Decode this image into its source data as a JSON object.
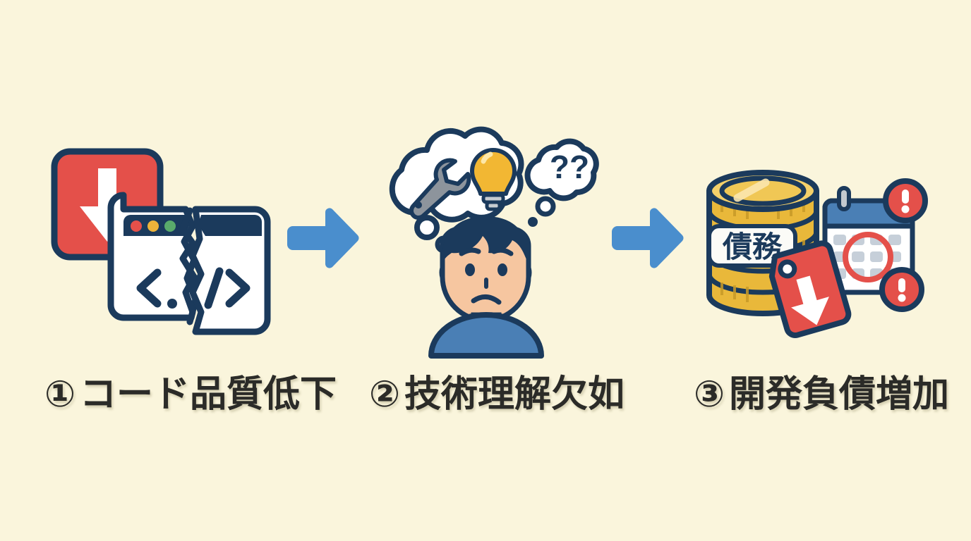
{
  "background_color": "#faf5dc",
  "palette": {
    "navy": "#1b3a5c",
    "navy_dark": "#17304b",
    "red": "#e4504a",
    "blue_arrow": "#4a8ecd",
    "blue_shirt": "#4a7fb5",
    "skin": "#f6c6a0",
    "gold": "#e9b83a",
    "gold_light": "#f4d06a",
    "white": "#ffffff",
    "gray": "#8d949c",
    "calendar_blue": "#4a7fb5",
    "cell_gray": "#c6cfd9",
    "bulb_yellow": "#f2b733",
    "label_text": "#2b2b28"
  },
  "flow": {
    "steps": [
      {
        "id": "code-quality",
        "number": "①",
        "label": "コード品質低下",
        "icons": [
          "red-down-arrow-card-icon",
          "broken-code-window-icon"
        ],
        "code_left": "<.",
        "code_right": "/>",
        "traffic_lights": [
          "#e4504a",
          "#edb33a",
          "#5aab6b"
        ]
      },
      {
        "id": "tech-understanding",
        "number": "②",
        "label": "技術理解欠如",
        "icons": [
          "confused-person-icon",
          "thought-cloud-icon",
          "wrench-icon",
          "lightbulb-icon",
          "question-bubble-icon"
        ],
        "question_text": "??"
      },
      {
        "id": "dev-debt",
        "number": "③",
        "label": "開発負債増加",
        "icons": [
          "coin-stack-icon",
          "price-tag-icon",
          "calendar-icon",
          "alert-badge-icon"
        ],
        "coin_label": "債務",
        "alert_glyph": "!"
      }
    ],
    "connectors": [
      {
        "id": "arrow-1",
        "icon": "right-arrow-icon"
      },
      {
        "id": "arrow-2",
        "icon": "right-arrow-icon"
      }
    ]
  }
}
